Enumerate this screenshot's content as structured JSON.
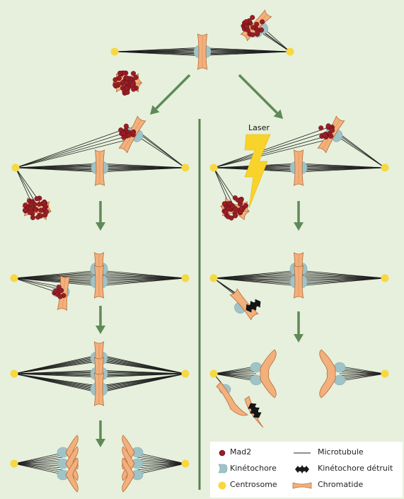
{
  "laser_label": "Laser",
  "legend": {
    "mad2": "Mad2",
    "kinetochore": "Kinétochore",
    "centrosome": "Centrosome",
    "microtubule": "Microtubule",
    "kinetochore_destroyed": "Kinétochore détruit",
    "chromatid": "Chromatide"
  },
  "colors": {
    "background": "#e6f0dc",
    "divider": "#5a7f55",
    "arrow": "#5f8a58",
    "mad2": "#9b1d25",
    "kinetochore": "#9fc3c7",
    "centrosome": "#f7d842",
    "chromatid": "#f2b07d",
    "chromatid_edge": "#b96a35",
    "laser": "#f8d42a"
  }
}
